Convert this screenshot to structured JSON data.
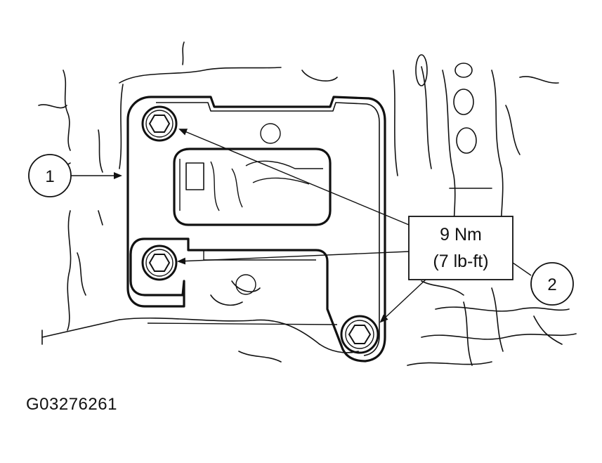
{
  "callouts": {
    "item_1": "1",
    "item_2": "2"
  },
  "torque_spec": {
    "metric": "9 Nm",
    "imperial": "(7 lb-ft)"
  },
  "figure_id": "G03276261",
  "colors": {
    "line": "#111111",
    "background": "#ffffff"
  }
}
